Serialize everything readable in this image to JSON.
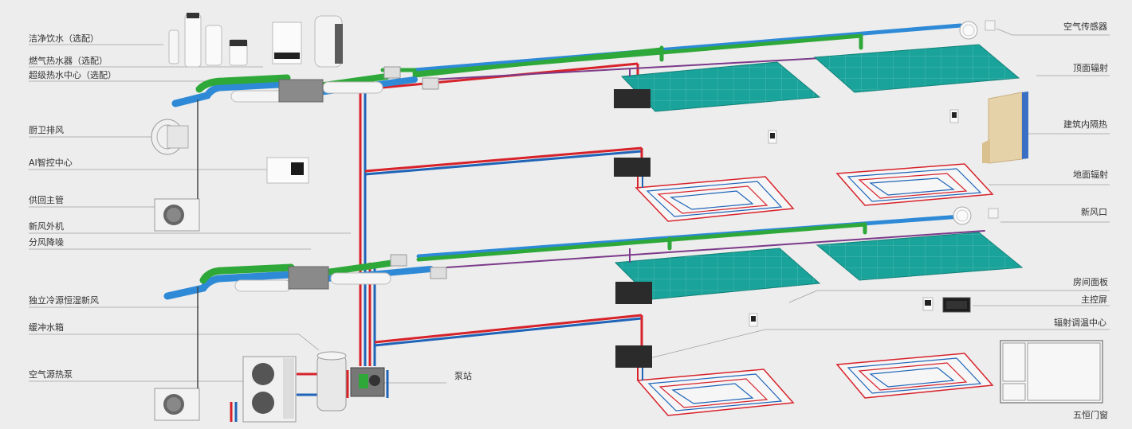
{
  "left_labels": [
    "洁净饮水（选配）",
    "燃气热水器（选配）",
    "超级热水中心（选配）",
    "厨卫排风",
    "AI智控中心",
    "供回主管",
    "新风外机",
    "分风降噪",
    "独立冷源恒湿新风",
    "缓冲水箱",
    "空气源热泵"
  ],
  "center_labels": {
    "pump_station": "泵站"
  },
  "right_labels": [
    "空气传感器",
    "顶面辐射",
    "建筑内隔热",
    "地面辐射",
    "新风口",
    "房间面板",
    "主控屏",
    "辐射调温中心",
    "五恒门窗"
  ],
  "colors": {
    "supply_red": "#d7222a",
    "return_blue": "#1f64b8",
    "fresh_air_green": "#2fa83a",
    "duct_blue": "#2e8ad6",
    "radiant_panel": "#1aa39a",
    "leader_line": "#9a9a9a"
  }
}
